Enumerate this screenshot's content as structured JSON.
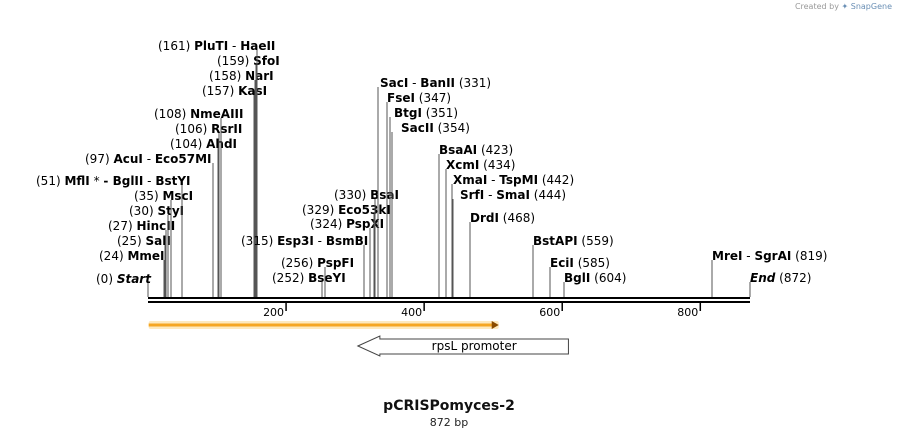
{
  "credit": {
    "prefix": "Created by",
    "brand": "SnapGene"
  },
  "title": "pCRISPomyces-2",
  "subtitle": "872 bp",
  "sequence_length": 872,
  "ticks": [
    {
      "pos": 200,
      "label": "200"
    },
    {
      "pos": 400,
      "label": "400"
    },
    {
      "pos": 600,
      "label": "600"
    },
    {
      "pos": 800,
      "label": "800"
    }
  ],
  "features": [
    {
      "name": "",
      "start": 1,
      "end": 508,
      "strand": "fwd",
      "color": "#f5a623"
    },
    {
      "name": "rpsL promoter",
      "start": 304,
      "end": 609,
      "strand": "rev",
      "color": "#ffffff"
    }
  ],
  "sites": [
    {
      "id": "start",
      "pos_label": "(0)",
      "parts": [
        {
          "text": "Start",
          "style": "term"
        }
      ]
    },
    {
      "id": "mmei",
      "pos_label": "(24)",
      "parts": [
        {
          "text": "MmeI",
          "style": "enz"
        }
      ]
    },
    {
      "id": "sali",
      "pos_label": "(25)",
      "parts": [
        {
          "text": "SalI",
          "style": "enz"
        }
      ]
    },
    {
      "id": "hincii",
      "pos_label": "(27)",
      "parts": [
        {
          "text": "HincII",
          "style": "enz"
        }
      ]
    },
    {
      "id": "styi",
      "pos_label": "(30)",
      "parts": [
        {
          "text": "StyI",
          "style": "enz"
        }
      ]
    },
    {
      "id": "msci",
      "pos_label": "(35)",
      "parts": [
        {
          "text": "MscI",
          "style": "enz"
        }
      ]
    },
    {
      "id": "mfli",
      "pos_label": "(51)",
      "parts": [
        {
          "text": "MflI",
          "style": "enz"
        },
        {
          "text": " * ",
          "style": "pos"
        },
        {
          "text": "- BglII",
          "style": "enz"
        },
        {
          "text": " - ",
          "style": "pos"
        },
        {
          "text": "BstYI",
          "style": "enz"
        }
      ]
    },
    {
      "id": "acui",
      "pos_label": "(97)",
      "parts": [
        {
          "text": "AcuI",
          "style": "enz"
        },
        {
          "text": " - ",
          "style": "pos"
        },
        {
          "text": "Eco57MI",
          "style": "enz"
        }
      ]
    },
    {
      "id": "ahdi",
      "pos_label": "(104)",
      "parts": [
        {
          "text": "AhdI",
          "style": "enz"
        }
      ]
    },
    {
      "id": "rsrii",
      "pos_label": "(106)",
      "parts": [
        {
          "text": "RsrII",
          "style": "enz"
        }
      ]
    },
    {
      "id": "nmeaiii",
      "pos_label": "(108)",
      "parts": [
        {
          "text": "NmeAIII",
          "style": "enz"
        }
      ]
    },
    {
      "id": "kasi",
      "pos_label": "(157)",
      "parts": [
        {
          "text": "KasI",
          "style": "enz"
        }
      ]
    },
    {
      "id": "nari",
      "pos_label": "(158)",
      "parts": [
        {
          "text": "NarI",
          "style": "enz"
        }
      ]
    },
    {
      "id": "sfoi",
      "pos_label": "(159)",
      "parts": [
        {
          "text": "SfoI",
          "style": "enz"
        }
      ]
    },
    {
      "id": "pluti",
      "pos_label": "(161)",
      "parts": [
        {
          "text": "PluTI",
          "style": "enz"
        },
        {
          "text": " - ",
          "style": "pos"
        },
        {
          "text": "HaeII",
          "style": "enz"
        }
      ]
    },
    {
      "id": "bseyi",
      "pos_label": "(252)",
      "parts": [
        {
          "text": "BseYI",
          "style": "enz"
        }
      ]
    },
    {
      "id": "pspfi",
      "pos_label": "(256)",
      "parts": [
        {
          "text": "PspFI",
          "style": "enz"
        }
      ]
    },
    {
      "id": "esp3i",
      "pos_label": "(315)",
      "parts": [
        {
          "text": "Esp3I",
          "style": "enz"
        },
        {
          "text": " - ",
          "style": "pos"
        },
        {
          "text": "BsmBI",
          "style": "enz"
        }
      ]
    },
    {
      "id": "pspxi",
      "pos_label": "(324)",
      "parts": [
        {
          "text": "PspXI",
          "style": "enz"
        }
      ]
    },
    {
      "id": "eco53ki",
      "pos_label": "(329)",
      "parts": [
        {
          "text": "Eco53kI",
          "style": "enz"
        }
      ]
    },
    {
      "id": "bsai",
      "pos_label": "(330)",
      "parts": [
        {
          "text": "BsaI",
          "style": "enz"
        }
      ]
    },
    {
      "id": "saci",
      "pos_label": "(331)",
      "parts": [
        {
          "text": "SacI",
          "style": "enz"
        },
        {
          "text": " - ",
          "style": "pos"
        },
        {
          "text": "BanII",
          "style": "enz"
        }
      ]
    },
    {
      "id": "fsei",
      "pos_label": "(347)",
      "parts": [
        {
          "text": "FseI",
          "style": "enz"
        }
      ]
    },
    {
      "id": "btgi",
      "pos_label": "(351)",
      "parts": [
        {
          "text": "BtgI",
          "style": "enz"
        }
      ]
    },
    {
      "id": "sacii",
      "pos_label": "(354)",
      "parts": [
        {
          "text": "SacII",
          "style": "enz"
        }
      ]
    },
    {
      "id": "bsaai",
      "pos_label": "(423)",
      "parts": [
        {
          "text": "BsaAI",
          "style": "enz"
        }
      ]
    },
    {
      "id": "xcmi",
      "pos_label": "(434)",
      "parts": [
        {
          "text": "XcmI",
          "style": "enz"
        }
      ]
    },
    {
      "id": "xmai",
      "pos_label": "(442)",
      "parts": [
        {
          "text": "XmaI",
          "style": "enz"
        },
        {
          "text": " - ",
          "style": "pos"
        },
        {
          "text": "TspMI",
          "style": "enz"
        }
      ]
    },
    {
      "id": "srfi",
      "pos_label": "(444)",
      "parts": [
        {
          "text": "SrfI",
          "style": "enz"
        },
        {
          "text": " - ",
          "style": "pos"
        },
        {
          "text": "SmaI",
          "style": "enz"
        }
      ]
    },
    {
      "id": "drdi",
      "pos_label": "(468)",
      "parts": [
        {
          "text": "DrdI",
          "style": "enz"
        }
      ]
    },
    {
      "id": "bstapi",
      "pos_label": "(559)",
      "parts": [
        {
          "text": "BstAPI",
          "style": "enz"
        }
      ]
    },
    {
      "id": "ecii",
      "pos_label": "(585)",
      "parts": [
        {
          "text": "EciI",
          "style": "enz"
        }
      ]
    },
    {
      "id": "bgli",
      "pos_label": "(604)",
      "parts": [
        {
          "text": "BglI",
          "style": "enz"
        }
      ]
    },
    {
      "id": "mrei",
      "pos_label": "(819)",
      "parts": [
        {
          "text": "MreI",
          "style": "enz"
        },
        {
          "text": " - ",
          "style": "pos"
        },
        {
          "text": "SgrAI",
          "style": "enz"
        }
      ]
    },
    {
      "id": "end",
      "pos_label": "(872)",
      "parts": [
        {
          "text": "End",
          "style": "term"
        }
      ]
    }
  ]
}
